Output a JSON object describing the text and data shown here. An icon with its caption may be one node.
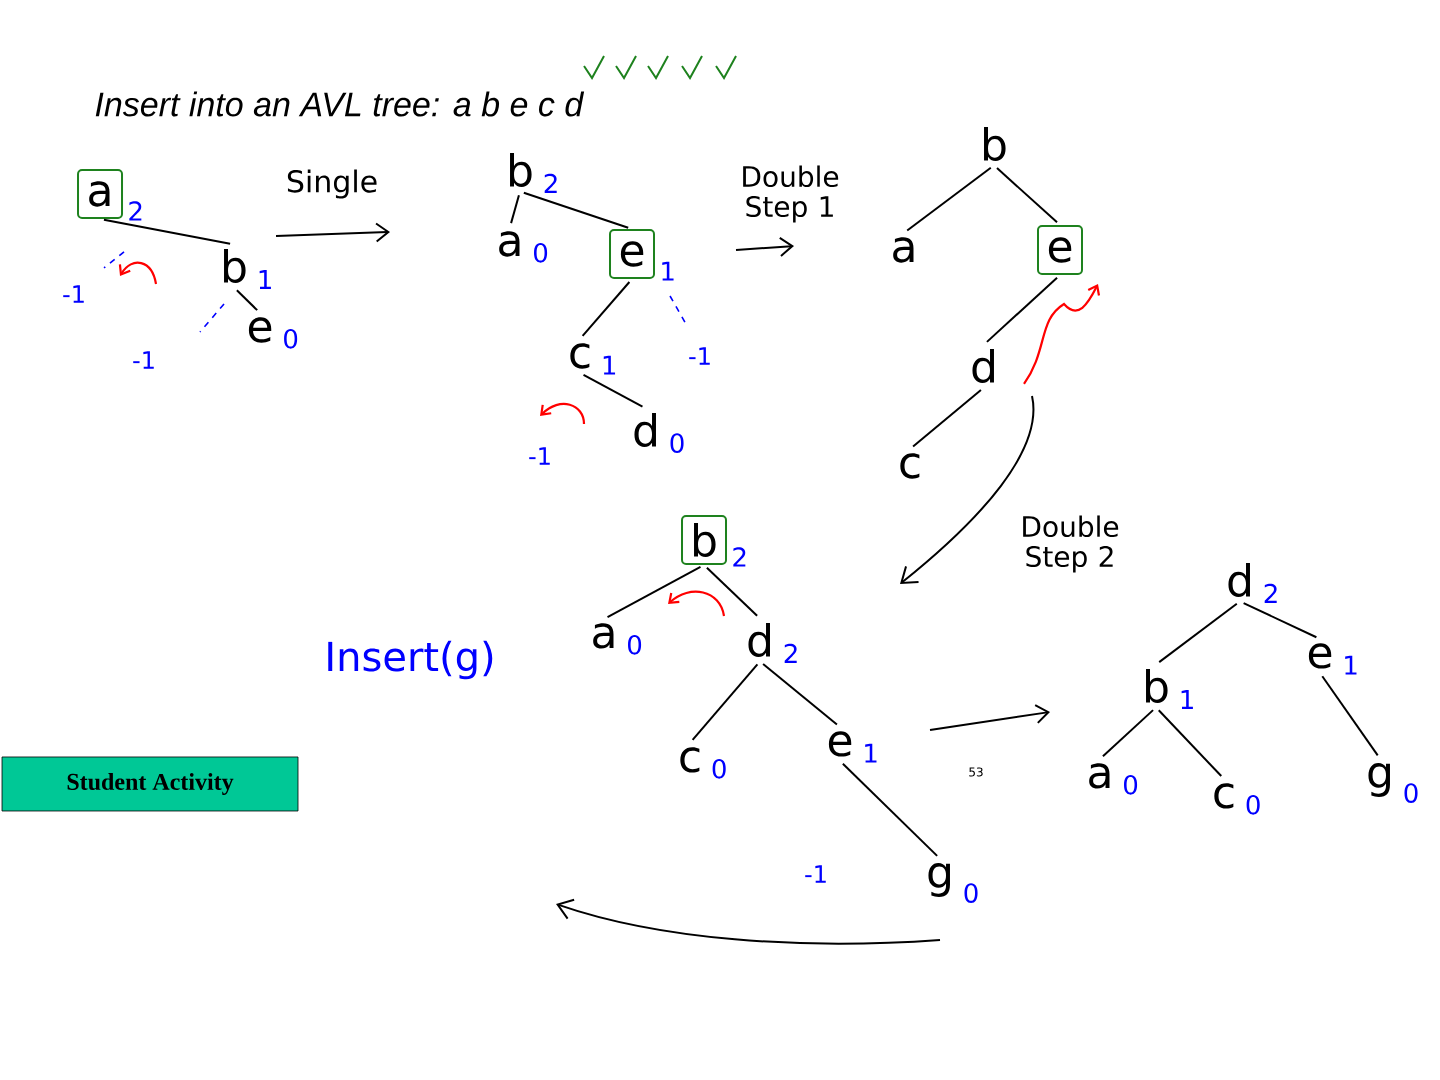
{
  "diagram": {
    "title": "Insert into an AVL tree: a b e c d",
    "nodes": [
      {
        "text": [
          "a"
        ],
        "beside": [
          "2"
        ]
      },
      {
        "text": [
          "b"
        ],
        "beside": [
          "1"
        ]
      },
      {
        "text": [
          "e"
        ],
        "beside": [
          "0"
        ]
      },
      {
        "text": [
          "b"
        ],
        "beside": [
          "2"
        ]
      },
      {
        "text": [
          "a"
        ],
        "beside": [
          "0"
        ]
      },
      {
        "text": [
          "e"
        ],
        "beside": [
          "1"
        ]
      },
      {
        "text": [
          "c"
        ],
        "beside": [
          "1"
        ]
      },
      {
        "text": [
          "d"
        ],
        "beside": [
          "0"
        ]
      },
      {
        "text": [
          "b"
        ]
      },
      {
        "text": [
          "a"
        ]
      },
      {
        "text": [
          "e"
        ]
      },
      {
        "text": [
          "d"
        ]
      },
      {
        "text": [
          "c"
        ]
      },
      {
        "text": [
          "b"
        ],
        "beside": [
          "2"
        ]
      },
      {
        "text": [
          "a"
        ],
        "beside": [
          "0"
        ]
      },
      {
        "text": [
          "d"
        ],
        "beside": [
          "2"
        ]
      },
      {
        "text": [
          "c"
        ],
        "beside": [
          "0"
        ]
      },
      {
        "text": [
          "e"
        ],
        "beside": [
          "1"
        ]
      },
      {
        "text": [
          "g"
        ],
        "beside": [
          "0"
        ]
      },
      {
        "text": [
          "d"
        ],
        "beside": [
          "2"
        ]
      },
      {
        "text": [
          "b"
        ],
        "beside": [
          "1"
        ]
      },
      {
        "text": [
          "e"
        ],
        "beside": [
          "1"
        ]
      },
      {
        "text": [
          "a"
        ],
        "beside": [
          "0"
        ]
      },
      {
        "text": [
          "c"
        ],
        "beside": [
          "0"
        ]
      },
      {
        "text": [
          "g"
        ],
        "beside": [
          "0"
        ]
      },
      {
        "text": [
          "Student Activity"
        ]
      }
    ],
    "edges": [
      {
        "from": 0,
        "to": 1,
        "arrow": "none"
      },
      {
        "from": 1,
        "to": 2,
        "arrow": "none"
      },
      {
        "from": 3,
        "to": 4,
        "arrow": "none"
      },
      {
        "from": 3,
        "to": 5,
        "arrow": "none"
      },
      {
        "from": 5,
        "to": 6,
        "arrow": "none"
      },
      {
        "from": 6,
        "to": 7,
        "arrow": "none"
      },
      {
        "from": 8,
        "to": 9,
        "arrow": "none"
      },
      {
        "from": 8,
        "to": 10,
        "arrow": "none"
      },
      {
        "from": 10,
        "to": 11,
        "arrow": "none"
      },
      {
        "from": 11,
        "to": 12,
        "arrow": "none"
      },
      {
        "from": 13,
        "to": 14,
        "arrow": "none"
      },
      {
        "from": 13,
        "to": 15,
        "arrow": "none"
      },
      {
        "from": 15,
        "to": 16,
        "arrow": "none"
      },
      {
        "from": 15,
        "to": 17,
        "arrow": "none"
      },
      {
        "from": 17,
        "to": 18,
        "arrow": "none"
      },
      {
        "from": 19,
        "to": 20,
        "arrow": "none"
      },
      {
        "from": 19,
        "to": 21,
        "arrow": "none"
      },
      {
        "from": 20,
        "to": 22,
        "arrow": "none"
      },
      {
        "from": 20,
        "to": 23,
        "arrow": "none"
      },
      {
        "from": 21,
        "to": 24,
        "arrow": "none"
      }
    ],
    "labels": [
      "-1",
      "-1",
      "Single",
      "Double Step 1",
      "-1",
      "-1",
      "Double Step 2",
      "Insert(g)",
      "53",
      "-1"
    ]
  }
}
